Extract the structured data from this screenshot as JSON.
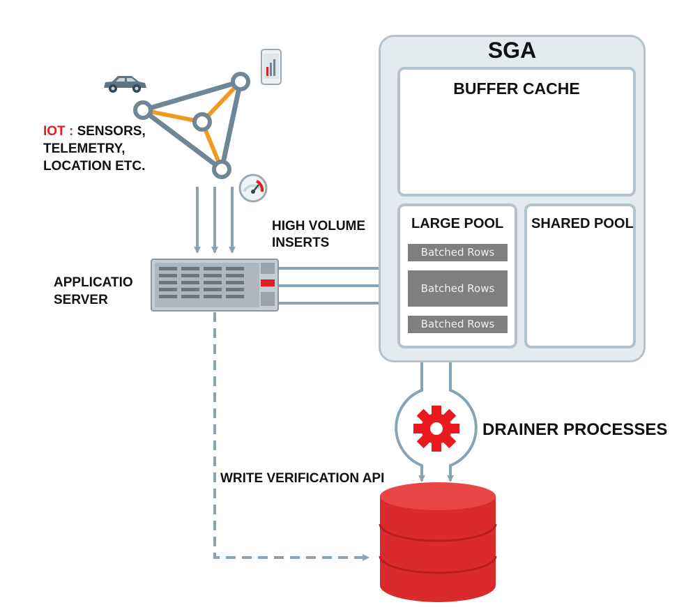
{
  "sga": {
    "title": "SGA"
  },
  "buffer_cache": {
    "title": "BUFFER CACHE"
  },
  "large_pool": {
    "title": "LARGE POOL",
    "batches": [
      "Batched Rows",
      "Batched Rows",
      "Batched Rows"
    ]
  },
  "shared_pool": {
    "title": "SHARED POOL"
  },
  "iot": {
    "prefix": "IOT :",
    "line1": "SENSORS,",
    "line2": "TELEMETRY,",
    "line3": "LOCATION ETC."
  },
  "app_server": {
    "line1": "APPLICATIO",
    "line2": "SERVER"
  },
  "inserts": {
    "line1": "HIGH VOLUME",
    "line2": "INSERTS"
  },
  "drainer": {
    "label": "DRAINER PROCESSES"
  },
  "write_api": {
    "label": "WRITE VERIFICATION API"
  },
  "colors": {
    "arrow": "#8aa3b2",
    "sga_fill": "#e3ebef",
    "sga_border": "#b4c3cb",
    "iot_accent": "#e02020",
    "gear": "#e8191f",
    "database": "#d92b2b",
    "network_link": "#f09a1f",
    "network_node": "#6f8795"
  },
  "icons": [
    "car-icon",
    "smartphone-icon",
    "gauge-icon",
    "server-icon",
    "gear-icon",
    "database-icon",
    "network-triangle-icon"
  ]
}
